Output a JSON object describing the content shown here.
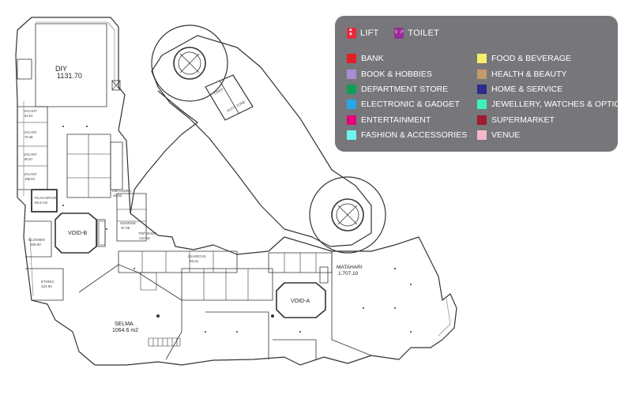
{
  "legend": {
    "lift": "LIFT",
    "toilet": "TOILET",
    "categories": [
      {
        "label": "BANK",
        "color": "#e31e24"
      },
      {
        "label": "BOOK & HOBBIES",
        "color": "#a98cd1"
      },
      {
        "label": "DEPARTMENT STORE",
        "color": "#0f9d58"
      },
      {
        "label": "ELECTRONIC & GADGET",
        "color": "#29a6e8"
      },
      {
        "label": "ENTERTAINMENT",
        "color": "#e6007e"
      },
      {
        "label": "FASHION & ACCESSORIES",
        "color": "#6ef5f0"
      },
      {
        "label": "FOOD & BEVERAGE",
        "color": "#f6ef6b"
      },
      {
        "label": "HEALTH & BEAUTY",
        "color": "#c49a6c"
      },
      {
        "label": "HOME & SERVICE",
        "color": "#2b2a8f"
      },
      {
        "label": "JEWELLERY, WATCHES & OPTICS",
        "color": "#3ef2b4"
      },
      {
        "label": "SUPERMARKET",
        "color": "#9e1b32"
      },
      {
        "label": "VENUE",
        "color": "#f7b7c7"
      }
    ]
  },
  "units": {
    "diy": {
      "name": "DIY",
      "area": "1131.70"
    },
    "matahari": {
      "name": "MATAHARI",
      "area": "1.707,10"
    },
    "selma": {
      "name": "SELMA",
      "area": "1064.6 m2"
    },
    "void_a": "VOID-A",
    "void_b": "VOID-B",
    "bloomin": {
      "name": "BLOOMIN",
      "area": "155.92"
    },
    "ethnic": {
      "name": "ETHNIC",
      "area": "324.00"
    },
    "quarcus": {
      "name": "QUARCUS",
      "area": "85.61"
    },
    "top_shop": {
      "name": "TOP SHOP",
      "area": "122.65"
    },
    "sunrise": {
      "name": "SUNRISE",
      "area": "37.05"
    },
    "kite": {
      "name": "Kite Leather",
      "area": "49.82"
    },
    "plan_space": {
      "name": "PLAN SPACE",
      "area": "66.5 m2"
    },
    "vacant1": {
      "name": "VACANT",
      "area": "84.51"
    },
    "vacant2": {
      "name": "VACANT",
      "area": "78.48"
    },
    "vacant3": {
      "name": "VACANT",
      "area": "85.57"
    },
    "vacant4": {
      "name": "VACANT",
      "area": "185.03"
    },
    "crep": "CREP",
    "auto_zone": "AUTO ZONE"
  }
}
